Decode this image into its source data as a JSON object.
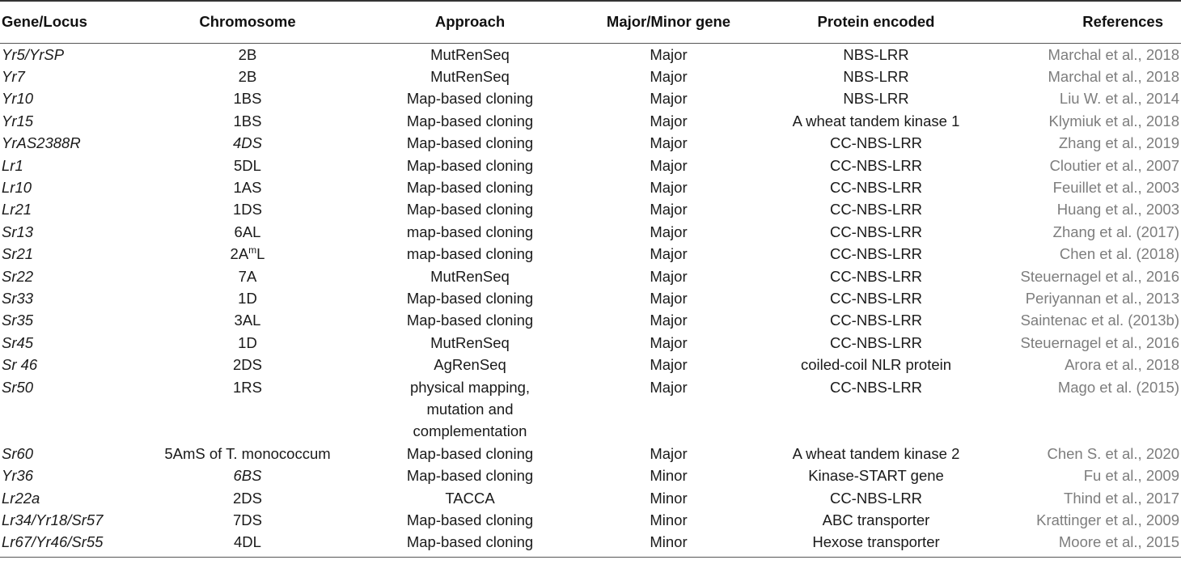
{
  "table": {
    "headers": [
      "Gene/Locus",
      "Chromosome",
      "Approach",
      "Major/Minor gene",
      "Protein encoded",
      "References"
    ],
    "rows": [
      {
        "gene": "Yr5/YrSP",
        "chromosome": "2B",
        "approach": "MutRenSeq",
        "type": "Major",
        "protein": "NBS-LRR",
        "ref": "Marchal et al., 2018"
      },
      {
        "gene": "Yr7",
        "chromosome": "2B",
        "approach": "MutRenSeq",
        "type": "Major",
        "protein": "NBS-LRR",
        "ref": "Marchal et al., 2018"
      },
      {
        "gene": "Yr10",
        "chromosome": "1BS",
        "approach": "Map-based cloning",
        "type": "Major",
        "protein": "NBS-LRR",
        "ref": "Liu W. et al., 2014"
      },
      {
        "gene": "Yr15",
        "chromosome": "1BS",
        "approach": "Map-based cloning",
        "type": "Major",
        "protein": "A wheat tandem kinase 1",
        "ref": "Klymiuk et al., 2018"
      },
      {
        "gene": "YrAS2388R",
        "chromosome": "4DS",
        "approach": "Map-based cloning",
        "type": "Major",
        "protein": "CC-NBS-LRR",
        "ref": "Zhang et al., 2019"
      },
      {
        "gene": "Lr1",
        "chromosome": "5DL",
        "approach": "Map-based cloning",
        "type": "Major",
        "protein": "CC-NBS-LRR",
        "ref": "Cloutier et al., 2007"
      },
      {
        "gene": "Lr10",
        "chromosome": "1AS",
        "approach": "Map-based cloning",
        "type": "Major",
        "protein": "CC-NBS-LRR",
        "ref": "Feuillet et al., 2003"
      },
      {
        "gene": "Lr21",
        "chromosome": "1DS",
        "approach": "Map-based cloning",
        "type": "Major",
        "protein": "CC-NBS-LRR",
        "ref": "Huang et al., 2003"
      },
      {
        "gene": "Sr13",
        "chromosome": "6AL",
        "approach": "map-based cloning",
        "type": "Major",
        "protein": "CC-NBS-LRR",
        "ref": "Zhang et al. (2017)"
      },
      {
        "gene": "Sr21",
        "chromosome_pre": "2A",
        "chromosome_sup": "m",
        "chromosome_post": "L",
        "approach": "map-based cloning",
        "type": "Major",
        "protein": "CC-NBS-LRR",
        "ref": "Chen et al. (2018)"
      },
      {
        "gene": "Sr22",
        "chromosome": "7A",
        "approach": "MutRenSeq",
        "type": "Major",
        "protein": "CC-NBS-LRR",
        "ref": "Steuernagel et al., 2016"
      },
      {
        "gene": "Sr33",
        "chromosome": "1D",
        "approach": "Map-based cloning",
        "type": "Major",
        "protein": "CC-NBS-LRR",
        "ref": "Periyannan et al., 2013"
      },
      {
        "gene": "Sr35",
        "chromosome": "3AL",
        "approach": "Map-based cloning",
        "type": "Major",
        "protein": "CC-NBS-LRR",
        "ref": "Saintenac et al. (2013b)"
      },
      {
        "gene": "Sr45",
        "chromosome": "1D",
        "approach": "MutRenSeq",
        "type": "Major",
        "protein": "CC-NBS-LRR",
        "ref": "Steuernagel et al., 2016"
      },
      {
        "gene": "Sr 46",
        "chromosome": "2DS",
        "approach": "AgRenSeq",
        "type": "Major",
        "protein": "coiled-coil NLR protein",
        "ref": "Arora et al., 2018"
      },
      {
        "gene": "Sr50",
        "chromosome": "1RS",
        "approach_lines": [
          "physical mapping,",
          "mutation and",
          "complementation"
        ],
        "type": "Major",
        "protein": "CC-NBS-LRR",
        "ref": "Mago et al. (2015)"
      },
      {
        "gene": "Sr60",
        "chromosome": "5AmS of T. monococcum",
        "approach": "Map-based cloning",
        "type": "Major",
        "protein": "A wheat tandem kinase 2",
        "ref": "Chen S. et al., 2020"
      },
      {
        "gene": "Yr36",
        "chromosome": "6BS",
        "approach": "Map-based cloning",
        "type": "Minor",
        "protein": "Kinase-START gene",
        "ref": "Fu et al., 2009"
      },
      {
        "gene": "Lr22a",
        "chromosome": "2DS",
        "approach": "TACCA",
        "type": "Minor",
        "protein": "CC-NBS-LRR",
        "ref": "Thind et al., 2017"
      },
      {
        "gene": "Lr34/Yr18/Sr57",
        "chromosome": "7DS",
        "approach": "Map-based cloning",
        "type": "Minor",
        "protein": "ABC transporter",
        "ref": "Krattinger et al., 2009"
      },
      {
        "gene": "Lr67/Yr46/Sr55",
        "chromosome": "4DL",
        "approach": "Map-based cloning",
        "type": "Minor",
        "protein": "Hexose transporter",
        "ref": "Moore et al., 2015"
      }
    ]
  }
}
